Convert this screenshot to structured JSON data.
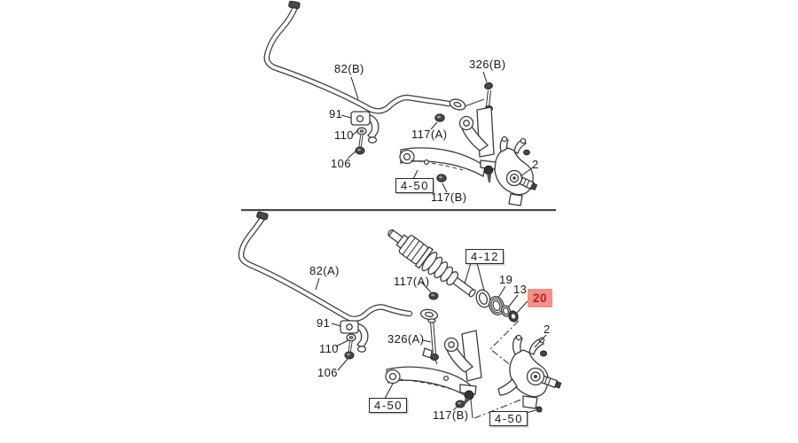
{
  "diagram": {
    "kind": "suspension-parts-diagram",
    "background": "#ffffff",
    "line_color": "#3c3c3c",
    "divider_color": "#474747"
  },
  "highlight": {
    "bg": "#f29089",
    "text_color": "#b2231a",
    "part": "20"
  },
  "top_diagram": {
    "labels": {
      "l82b": "82(B)",
      "l326b": "326(B)",
      "l91": "91",
      "l110": "110",
      "l117a": "117(A)",
      "l106": "106",
      "ref450": "4-50",
      "l2": "2",
      "l117b": "117(B)"
    }
  },
  "bottom_diagram": {
    "labels": {
      "l82a": "82(A)",
      "ref412": "4-12",
      "l117a": "117(A)",
      "l19": "19",
      "l13": "13",
      "l20": "20",
      "l91": "91",
      "l326a": "326(A)",
      "l110": "110",
      "l106": "106",
      "l2": "2",
      "ref450a": "4-50",
      "l117b": "117(B)",
      "ref450b": "4-50"
    }
  }
}
